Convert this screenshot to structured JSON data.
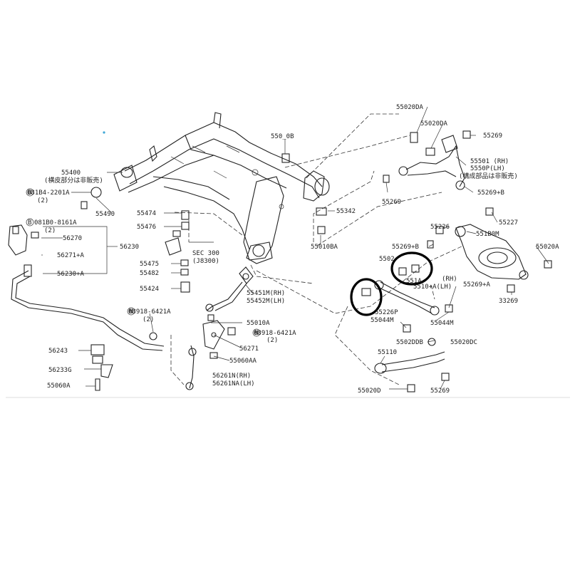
{
  "labels": {
    "l_550_0b": "550_0B",
    "l_55400": "55400",
    "l_55400_note": "(横皮部分は非販売)",
    "l_081b4": "081B4-2201A",
    "l_081b4_qty": "(2)",
    "l_55490": "55490",
    "l_55474": "55474",
    "l_55476": "55476",
    "l_sec300": "SEC 300",
    "l_sec300b": "(J8300)",
    "l_55475": "55475",
    "l_55482": "55482",
    "l_55424": "55424",
    "l_081b0": "081B0-8161A",
    "l_081b0_qty": "(2)",
    "l_56270": "56270",
    "l_56271a": "56271+A",
    "l_56230a": "56230+A",
    "l_56230": "56230",
    "l_08918a": "08918-6421A",
    "l_08918a_qty": "(2)",
    "l_56243": "56243",
    "l_56233": "56233G",
    "l_55060a_left": "55060A",
    "l_55451m": "55451M(RH)",
    "l_55452m": "55452M(LH)",
    "l_55010a": "55010A",
    "l_08918b": "08918-6421A",
    "l_08918b_qty": "(2)",
    "l_56271": "56271",
    "l_55060aa": "55060AA",
    "l_56261n": "56261N(RH)",
    "l_56261na": "56261NA(LH)",
    "l_55342": "55342",
    "l_55010ba": "55010BA",
    "l_55020da": "55020DA",
    "l_55020da2": "55020DA",
    "l_55269_top": "55269",
    "l_55501": "55501 (RH)",
    "l_55502": "5550P(LH)",
    "l_55502_note": "(構成部品は非販売)",
    "l_55269_mid": "55269",
    "l_55269b": "55269+B",
    "l_55227": "55227",
    "l_55226": "55226",
    "l_551b0m": "551B0M",
    "l_55269b2": "55269+B",
    "l_55020a_r": "55020A",
    "l_5502x": "5502",
    "l_551a": "551A",
    "l_rh": "(RH)",
    "l_5510": "5510+A(LH)",
    "l_55269a": "55269+A",
    "l_33269": "33269",
    "l_55226p": "55226P",
    "l_55044m": "55044M",
    "l_55044m2": "55044M",
    "l_55020db": "5502DDB",
    "l_55020dc": "55020DC",
    "l_55110": "55110",
    "l_55020d": "55020D",
    "l_55269_bot": "55269"
  },
  "colors": {
    "line": "#222222",
    "highlight_circle": "#000000",
    "dot": "#3fa7d6"
  }
}
